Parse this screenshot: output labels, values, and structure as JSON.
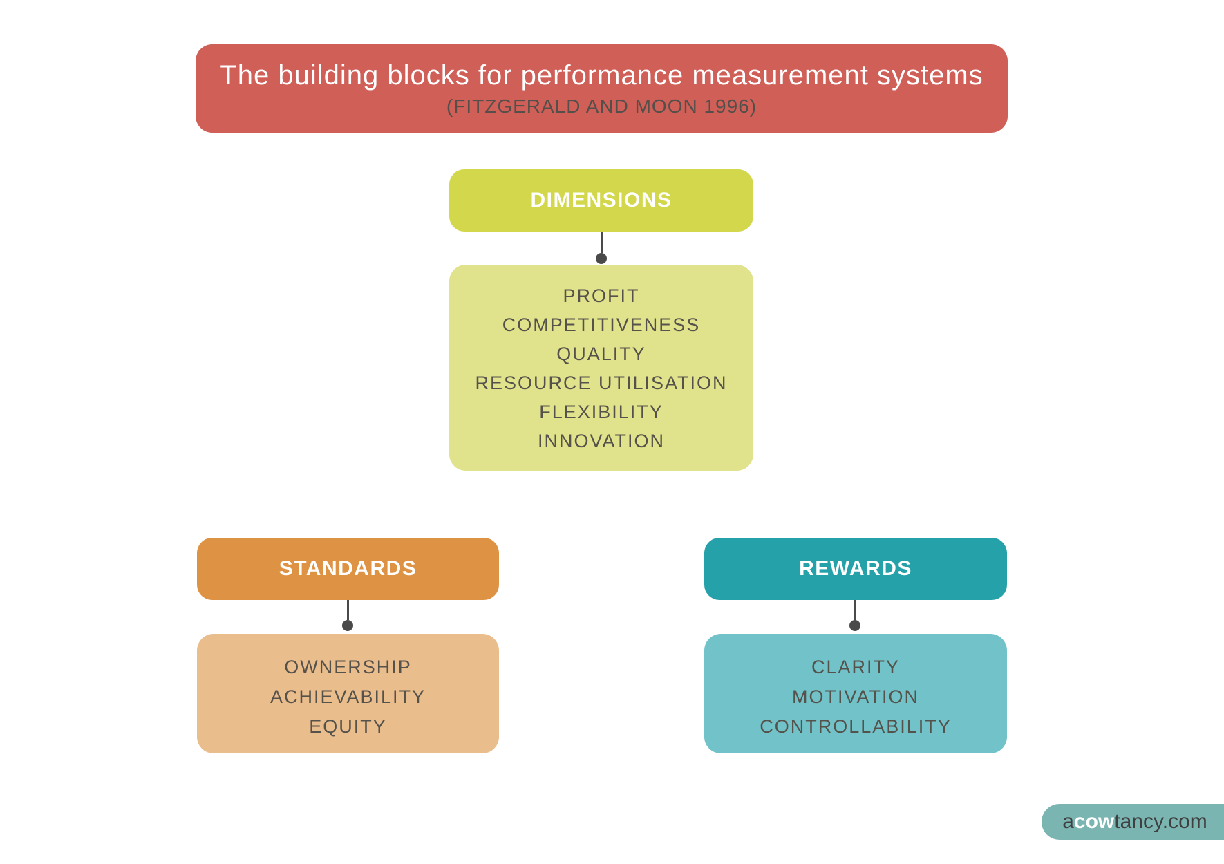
{
  "title": {
    "heading": "The building blocks for performance measurement systems",
    "subheading": "(FITZGERALD AND MOON 1996)",
    "bg_color": "#d05f58",
    "heading_color": "#ffffff",
    "subheading_color": "#544f4a"
  },
  "groups": {
    "dimensions": {
      "label": "DIMENSIONS",
      "header_color": "#d2d74b",
      "body_color": "#e0e28c",
      "items": [
        "PROFIT",
        "COMPETITIVENESS",
        "QUALITY",
        "RESOURCE UTILISATION",
        "FLEXIBILITY",
        "INNOVATION"
      ]
    },
    "standards": {
      "label": "STANDARDS",
      "header_color": "#de9243",
      "body_color": "#eabd8c",
      "items": [
        "OWNERSHIP",
        "ACHIEVABILITY",
        "EQUITY"
      ]
    },
    "rewards": {
      "label": "REWARDS",
      "header_color": "#25a1a9",
      "body_color": "#72c3c9",
      "items": [
        "CLARITY",
        "MOTIVATION",
        "CONTROLLABILITY"
      ]
    }
  },
  "connector_color": "#4a4a4a",
  "item_text_color": "#55514b",
  "branding": {
    "prefix": "a",
    "highlight": "cow",
    "suffix": "tancy.com",
    "bg_color": "#7ab5b2",
    "text_color": "#3f3f3f",
    "highlight_color": "#ffffff"
  }
}
